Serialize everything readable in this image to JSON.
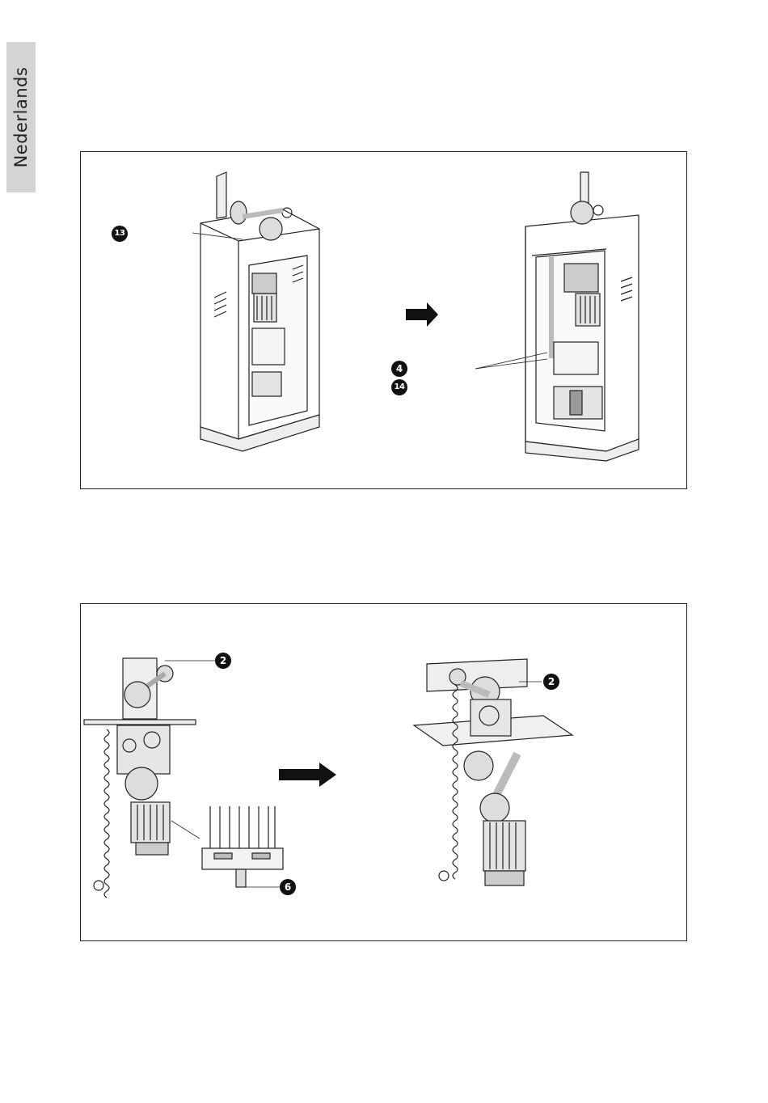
{
  "sidebar": {
    "language_label": "Nederlands"
  },
  "figure1": {
    "callouts": {
      "c13": "13",
      "c4": "4",
      "c14": "14"
    }
  },
  "figure2": {
    "callouts": {
      "c2_left": "2",
      "c6": "6",
      "c2_right": "2"
    }
  }
}
